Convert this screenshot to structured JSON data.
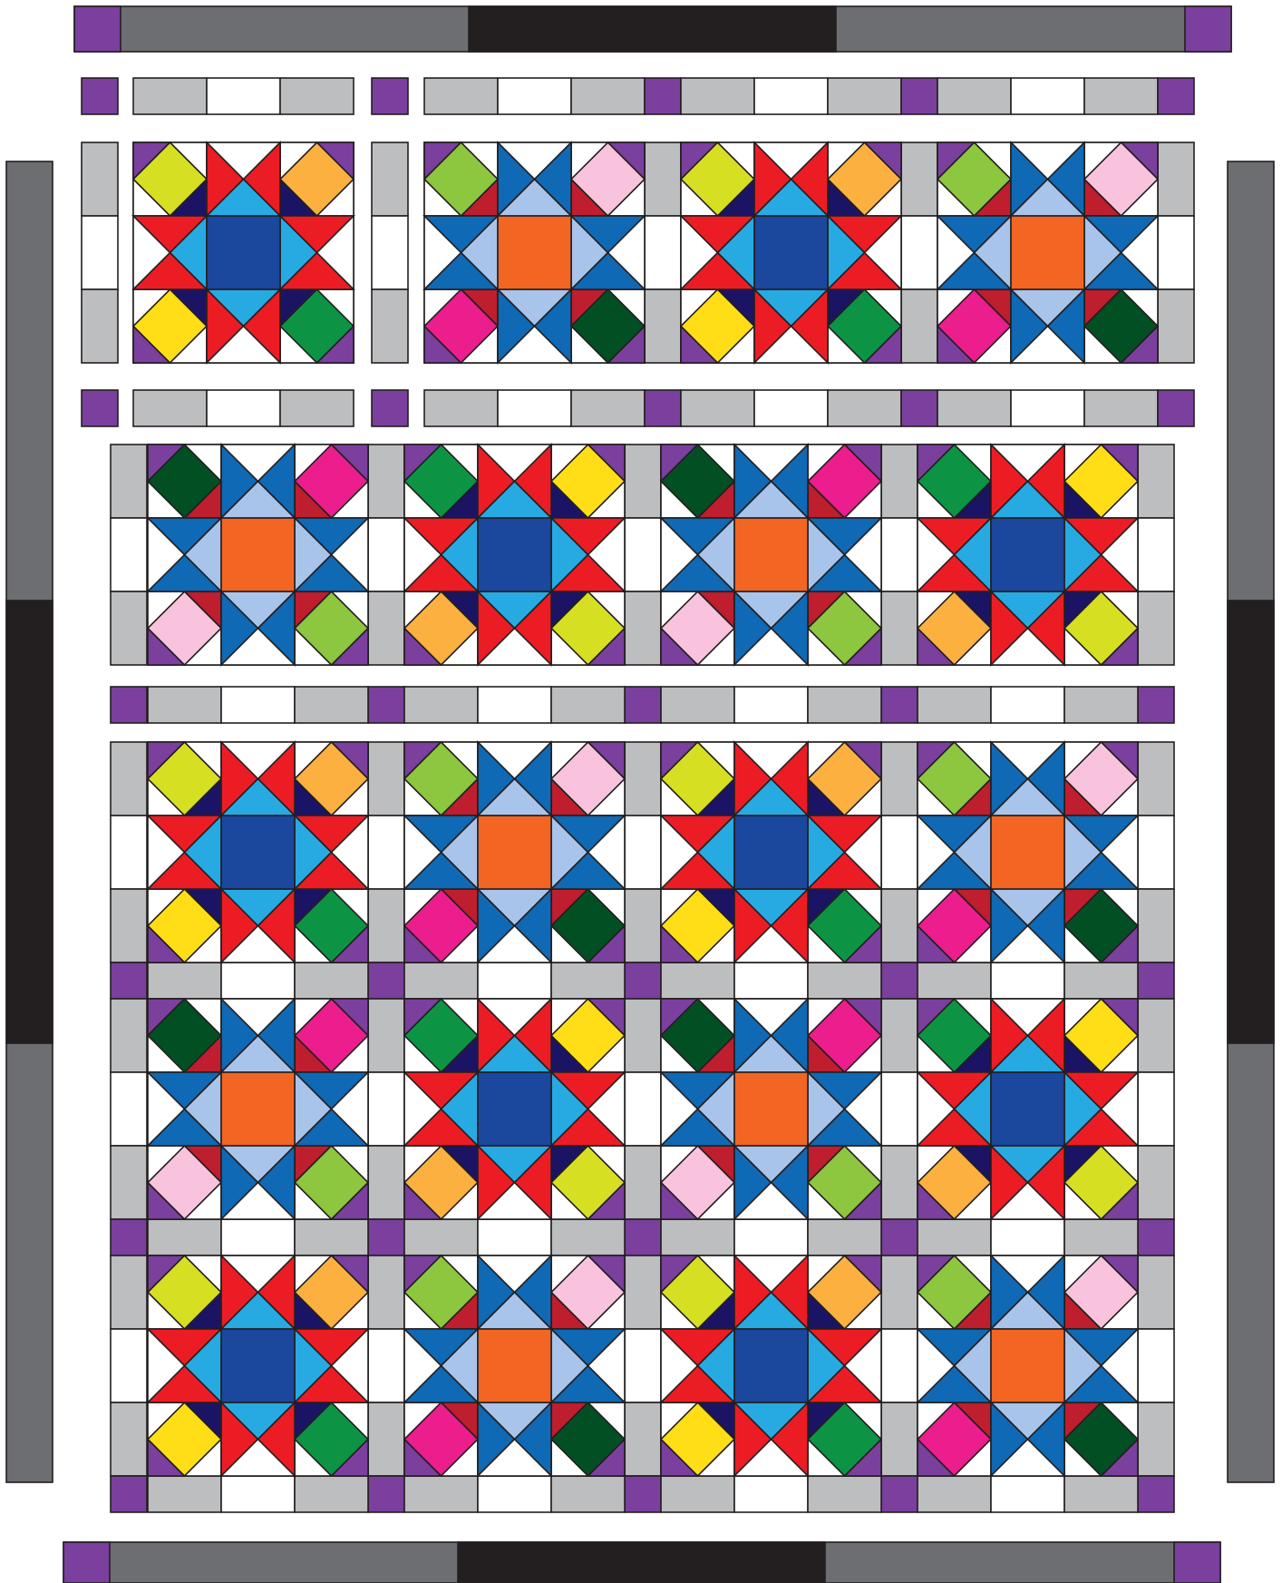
{
  "diagram": {
    "kind": "quilt-layout",
    "block_types": [
      "blue-center-star",
      "orange-center-star"
    ],
    "colors": {
      "purple": "#7b3f9e",
      "border_gray": "#6d6e71",
      "border_black": "#231f20",
      "sash_gray": "#bcbec0",
      "white": "#ffffff",
      "outline": "#231f20",
      "red": "#ec1c24",
      "dark_red": "#be1e2d",
      "navy": "#1b1464",
      "royal_blue": "#1b479c",
      "sky_blue": "#27aae1",
      "mid_blue": "#0f69b4",
      "light_blue": "#a9c4eb",
      "orange_center": "#f26522",
      "lime": "#d7df23",
      "gold": "#fbb040",
      "yellow": "#ffde17",
      "green": "#0c9444",
      "light_green": "#8dc63f",
      "pink": "#f9c3de",
      "magenta": "#ec1d8c",
      "dark_green": "#034f24"
    },
    "sections": [
      {
        "name": "top-border",
        "pieces": [
          "purple-cornerstone",
          "gray",
          "black",
          "gray",
          "purple-cornerstone"
        ]
      },
      {
        "name": "partial-row-1",
        "blocks": [
          "blue-center-star",
          "orange-center-star",
          "blue-center-star",
          "orange-center-star"
        ]
      },
      {
        "name": "partial-row-2",
        "blocks": [
          "orange-center-star",
          "blue-center-star",
          "orange-center-star",
          "blue-center-star"
        ]
      },
      {
        "name": "assembled-rows",
        "rows": [
          [
            "blue-center-star",
            "orange-center-star",
            "blue-center-star",
            "orange-center-star"
          ],
          [
            "orange-center-star",
            "blue-center-star",
            "orange-center-star",
            "blue-center-star"
          ],
          [
            "blue-center-star",
            "orange-center-star",
            "blue-center-star",
            "orange-center-star"
          ]
        ]
      },
      {
        "name": "side-borders",
        "pieces": [
          "gray",
          "black",
          "gray"
        ]
      },
      {
        "name": "bottom-border",
        "pieces": [
          "purple-cornerstone",
          "gray",
          "black",
          "gray",
          "purple-cornerstone"
        ]
      }
    ]
  }
}
